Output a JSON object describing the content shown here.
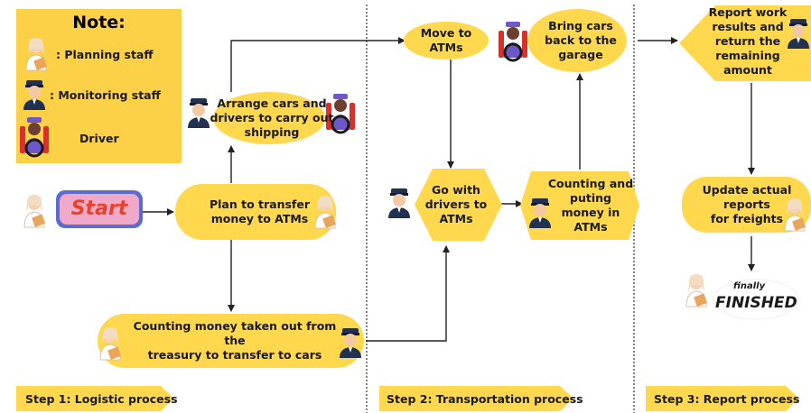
{
  "legend": {
    "title": "Note:",
    "planning": ": Planning staff",
    "monitoring": ": Monitoring staff",
    "driver": "Driver"
  },
  "nodes": {
    "start": "Start",
    "plan": "Plan to transfer\nmoney to ATMs",
    "arrange": "Arrange cars and\ndrivers to carry out\nshipping",
    "counting_treasury": "Counting money taken out from the\ntreasury to transfer to cars",
    "move": "Move to\nATMs",
    "go_with": "Go with\ndrivers to\nATMs",
    "counting_put": "Counting and\nputing\nmoney in\nATMs",
    "bring_back": "Bring cars\nback to the\ngarage",
    "report": "Report work\nresults and\nreturn the\nremaining amount",
    "update": "Update actual reports\nfor freights",
    "finished_top": "finally",
    "finished_main": "FINISHED"
  },
  "steps": {
    "step1": "Step 1: Logistic process",
    "step2": "Step 2: Transportation process",
    "step3": "Step 3: Report process"
  },
  "colors": {
    "yellow": "#FFD84D",
    "note_bg": "#FDD147",
    "navy": "#22314F",
    "start_red": "#E8422B"
  }
}
